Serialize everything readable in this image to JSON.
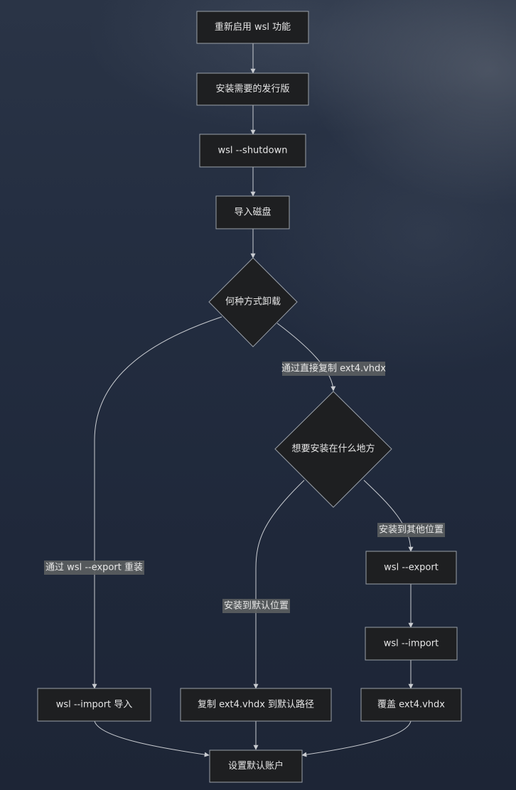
{
  "nodes": {
    "enable_wsl": "重新启用 wsl 功能",
    "install_distro": "安装需要的发行版",
    "wsl_shutdown": "wsl --shutdown",
    "import_disk": "导入磁盘",
    "uninstall_method": "何种方式卸载",
    "install_location": "想要安装在什么地方",
    "wsl_export": "wsl --export",
    "wsl_import": "wsl --import",
    "wsl_import_in": "wsl --import 导入",
    "copy_default": "复制 ext4.vhdx 到默认路径",
    "overwrite": "覆盖 ext4.vhdx",
    "set_default_user": "设置默认账户"
  },
  "edges": {
    "via_copy": "通过直接复制 ext4.vhdx",
    "install_other": "安装到其他位置",
    "via_export": "通过 wsl --export 重装",
    "install_default": "安装到默认位置"
  }
}
